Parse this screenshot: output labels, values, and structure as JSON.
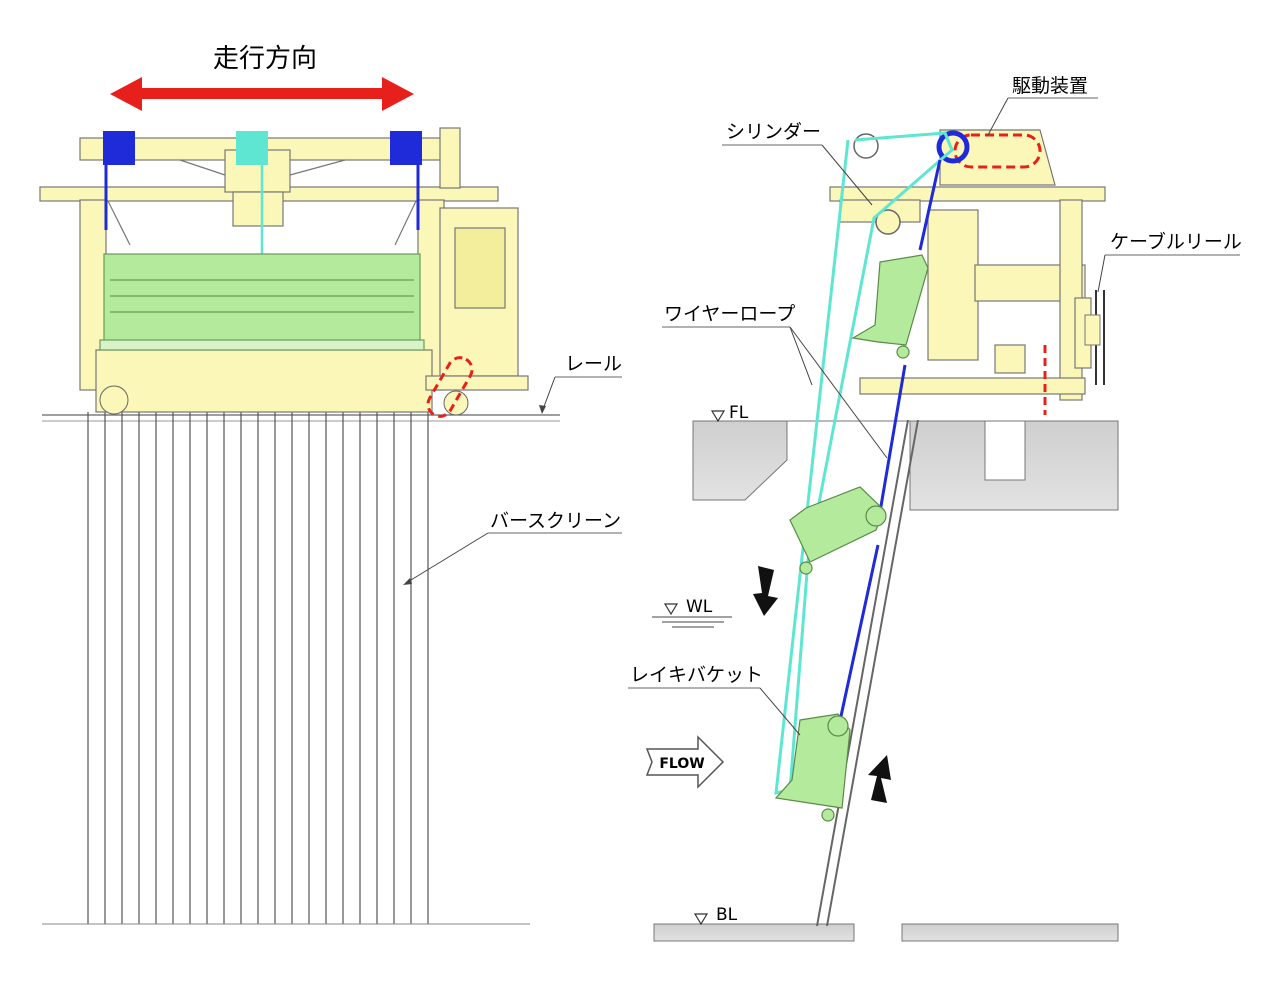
{
  "diagram": {
    "travel_direction": "走行方向",
    "rail": "レール",
    "bar_screen": "バースクリーン",
    "drive_unit": "駆動装置",
    "cylinder": "シリンダー",
    "cable_reel": "ケーブルリール",
    "wire_rope": "ワイヤーロープ",
    "rake_bucket": "レイキバケット",
    "flow": "FLOW",
    "fl": "FL",
    "wl": "WL",
    "bl": "BL"
  },
  "colors": {
    "frame": "#fbf7b8",
    "bucket": "#b4ea9c",
    "wire": "#1f2ad8",
    "cyan": "#5fe6d2",
    "arrow": "#e8201c",
    "dashed": "#e8201c",
    "concrete": "#d6d6d6"
  }
}
